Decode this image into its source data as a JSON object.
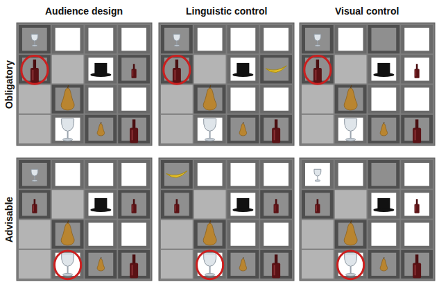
{
  "diagram": {
    "labels": [
      "Audience design",
      "Linguistic control",
      "Visual control",
      "Obligatory",
      "Advisable"
    ]
  }
}
